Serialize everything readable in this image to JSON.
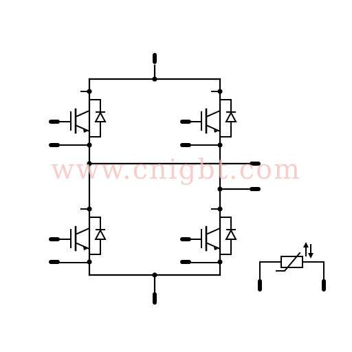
{
  "diagram": {
    "kind": "IGBT full-bridge module with NTC thermistor",
    "components": [
      "igbt-top-left",
      "igbt-top-right",
      "igbt-bottom-left",
      "igbt-bottom-right",
      "ntc-thermistor"
    ]
  },
  "watermark": "www.cnigbt.com",
  "colors": {
    "line": "#000000",
    "watermark": "#f3c0bc",
    "background": "#ffffff"
  }
}
